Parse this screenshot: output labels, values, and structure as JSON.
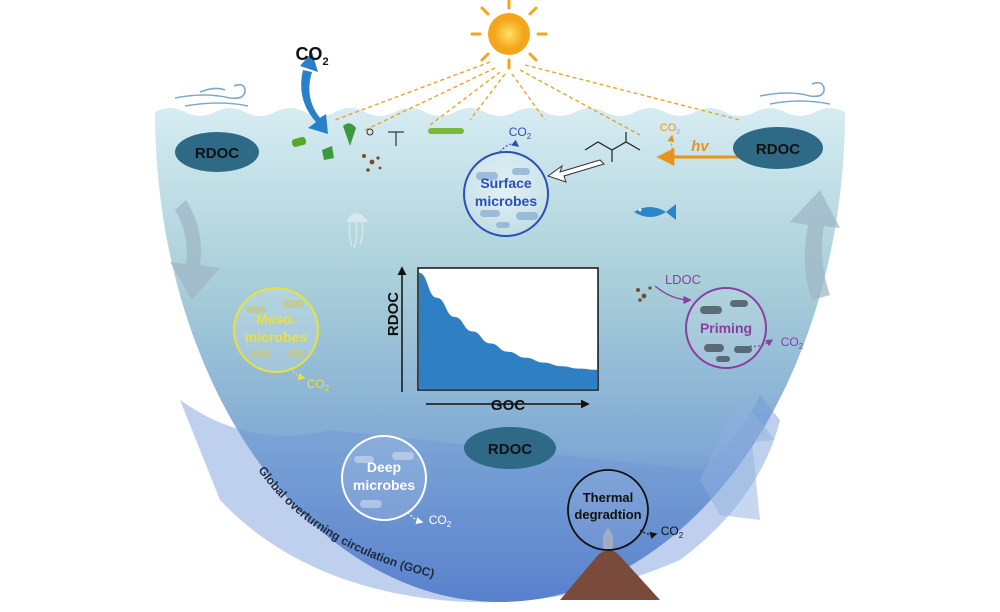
{
  "labels": {
    "co2_top": "CO",
    "co2_sub": "2",
    "rdoc_left": "RDOC",
    "rdoc_right": "RDOC",
    "rdoc_center": "RDOC",
    "hv": "hv",
    "surface_line1": "Surface",
    "surface_line2": "microbes",
    "meso_line1": "Meso.",
    "meso_line2": "microbes",
    "deep_line1": "Deep",
    "deep_line2": "microbes",
    "priming": "Priming",
    "ldoc": "LDOC",
    "thermal_line1": "Thermal",
    "thermal_line2": "degradtion",
    "goc_label": "Global overturning circulation (GOC)",
    "chart_ylabel": "RDOC",
    "chart_xlabel": "GOC",
    "co2": "CO",
    "sub2": "2"
  },
  "colors": {
    "ocean_top": "#cfe7ee",
    "ocean_bottom": "#4a78c8",
    "rdoc_ellipse": "#2e6a86",
    "surface_text": "#2b4fb5",
    "meso_color": "#e8e23a",
    "priming_color": "#8a3fa0",
    "hv_color": "#e8941a",
    "sun": "#f5b81c",
    "chart_fill": "#2e7fc4"
  },
  "chart_data": {
    "type": "area",
    "xlabel": "GOC",
    "ylabel": "RDOC",
    "x": [
      0,
      0.1,
      0.2,
      0.3,
      0.4,
      0.5,
      0.6,
      0.7,
      0.8,
      0.9,
      1.0
    ],
    "y": [
      0.97,
      0.76,
      0.6,
      0.48,
      0.38,
      0.31,
      0.26,
      0.22,
      0.19,
      0.17,
      0.16
    ],
    "xlim": [
      0,
      1
    ],
    "ylim": [
      0,
      1
    ],
    "grid": false
  }
}
